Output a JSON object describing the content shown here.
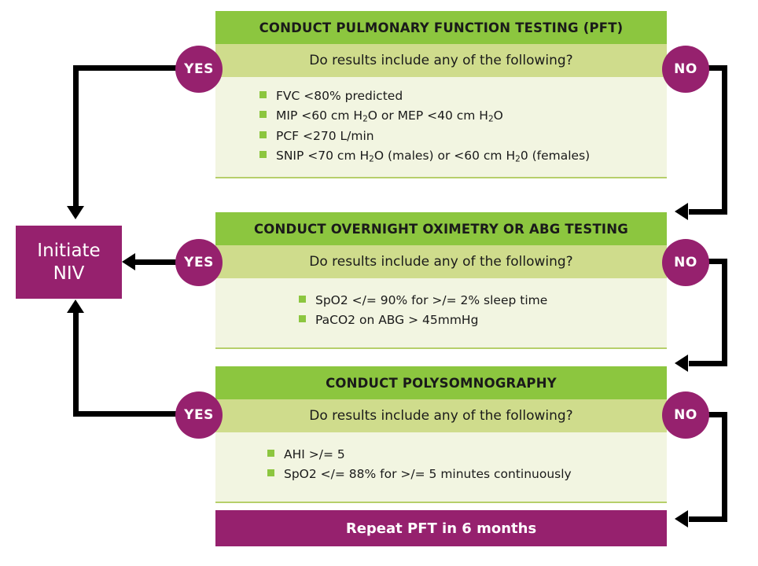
{
  "diagram": {
    "title": "NIV initiation decision flowchart",
    "colors": {
      "header_green": "#8cc63f",
      "question_green": "#cfdc8c",
      "body_green": "#f2f5e1",
      "purple": "#96216e",
      "line_black": "#000000"
    }
  },
  "steps": [
    {
      "header": "CONDUCT PULMONARY FUNCTION TESTING (PFT)",
      "question": "Do results include any of the following?",
      "yes_label": "YES",
      "no_label": "NO",
      "criteria": [
        "FVC <80% predicted",
        "MIP <60 cm H2O or MEP <40 cm H2O",
        "PCF <270 L/min",
        "SNIP <70 cm H2O (males) or <60 cm H20 (females)"
      ]
    },
    {
      "header": "CONDUCT OVERNIGHT OXIMETRY OR ABG TESTING",
      "question": "Do results include any of the following?",
      "yes_label": "YES",
      "no_label": "NO",
      "criteria": [
        "SpO2 </= 90% for >/= 2% sleep time",
        "PaCO2 on ABG > 45mmHg"
      ]
    },
    {
      "header": "CONDUCT POLYSOMNOGRAPHY",
      "question": "Do results include any of the following?",
      "yes_label": "YES",
      "no_label": "NO",
      "criteria": [
        "AHI >/= 5",
        "SpO2 </= 88% for >/= 5 minutes continuously"
      ]
    }
  ],
  "outcomes": {
    "initiate_line1": "Initiate",
    "initiate_line2": "NIV",
    "repeat": "Repeat PFT in 6 months"
  }
}
